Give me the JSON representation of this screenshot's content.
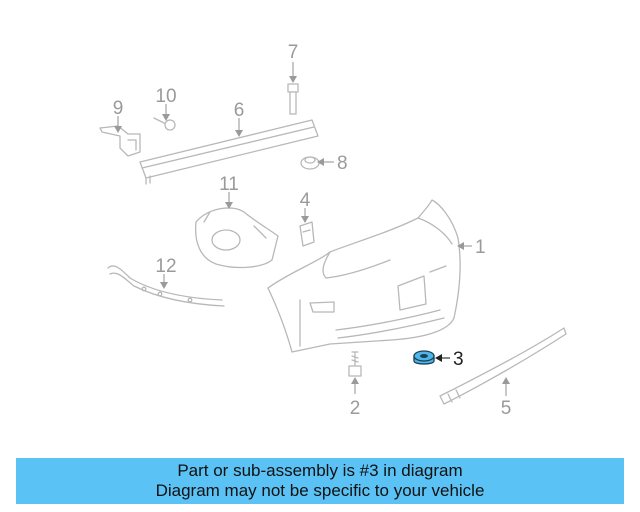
{
  "diagram": {
    "callouts": {
      "c1": "1",
      "c2": "2",
      "c3": "3",
      "c4": "4",
      "c5": "5",
      "c6": "6",
      "c7": "7",
      "c8": "8",
      "c9": "9",
      "c10": "10",
      "c11": "11",
      "c12": "12"
    },
    "highlighted_part": "3",
    "highlight_color": "#4db6e8"
  },
  "banner": {
    "line1": "Part or sub-assembly is #3 in diagram",
    "line2": "Diagram may not be specific to your vehicle",
    "background": "#5ac2f5"
  }
}
